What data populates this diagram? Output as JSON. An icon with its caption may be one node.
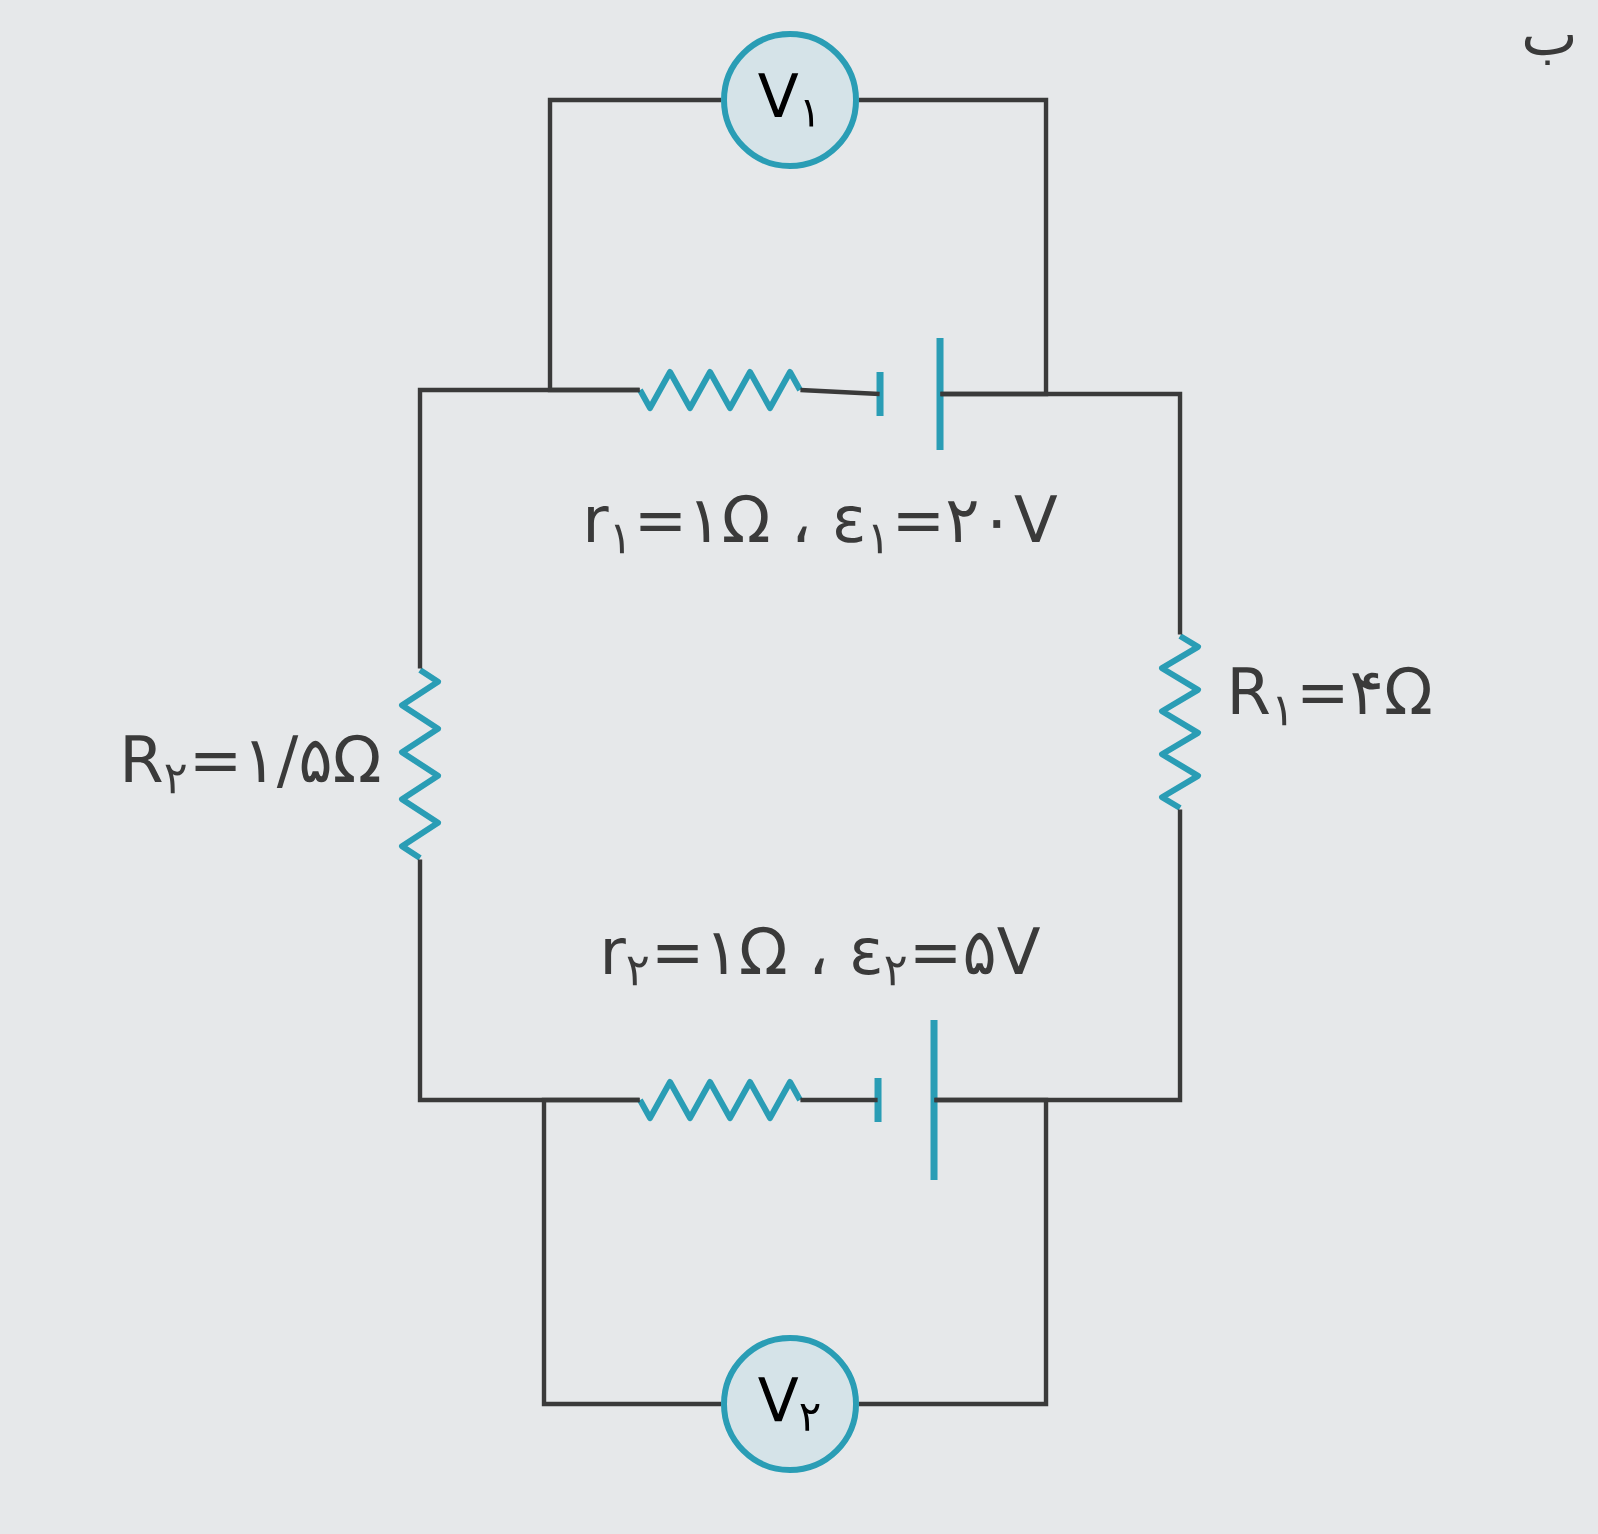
{
  "diagram": {
    "nodes": [
      {
        "text": [
          "V$_{۱}$"
        ]
      },
      {
        "text": [],
        "shape": "resistor"
      },
      {
        "text": [],
        "shape": "battery"
      },
      {
        "text": [],
        "shape": "resistor",
        "beside": [
          "R$_{۲}$=۱/۵Ω"
        ]
      },
      {
        "text": [],
        "shape": "resistor",
        "beside": [
          "R$_{۱}$=۴Ω"
        ]
      },
      {
        "text": [],
        "shape": "resistor"
      },
      {
        "text": [],
        "shape": "battery"
      },
      {
        "text": [
          "V$_{۲}$"
        ]
      }
    ],
    "edges": [
      {
        "from": 1,
        "to": 2,
        "arrow": "none"
      },
      {
        "from": 1,
        "to": 3,
        "arrow": "none"
      },
      {
        "from": 1,
        "to": 0,
        "arrow": "none"
      },
      {
        "from": 2,
        "to": 0,
        "arrow": "none"
      },
      {
        "from": 2,
        "to": 4,
        "arrow": "none"
      },
      {
        "from": 5,
        "to": 6,
        "arrow": "none"
      },
      {
        "from": 3,
        "to": 5,
        "arrow": "none"
      },
      {
        "from": 5,
        "to": 7,
        "arrow": "none"
      },
      {
        "from": 6,
        "to": 4,
        "arrow": "none"
      },
      {
        "from": 6,
        "to": 7,
        "arrow": "none"
      }
    ],
    "labels": [
      "ب",
      "r$_{۱}$=۱Ω ، ε$_{۱}$=۲۰V",
      "r$_{۲}$=۱Ω ، ε$_{۲}$=۵V"
    ]
  }
}
